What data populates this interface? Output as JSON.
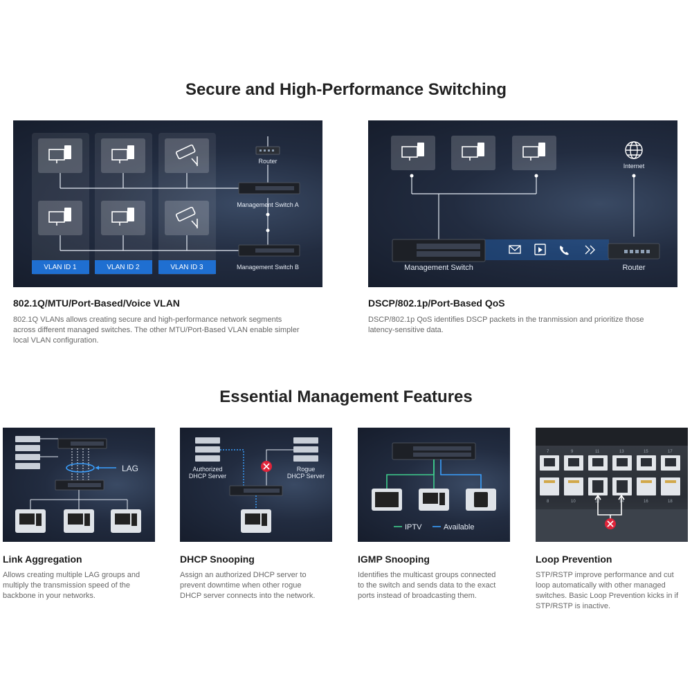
{
  "sections": {
    "switching_title": "Secure and High-Performance Switching",
    "management_title": "Essential Management Features"
  },
  "vlan_panel": {
    "router_label": "Router",
    "switch_a_label": "Management Switch A",
    "switch_b_label": "Management Switch B",
    "vlan_labels": [
      "VLAN ID 1",
      "VLAN ID 2",
      "VLAN ID 3"
    ]
  },
  "qos_panel": {
    "internet_label": "Internet",
    "switch_label": "Management Switch",
    "router_label": "Router"
  },
  "lag_panel": {
    "lag_label": "LAG"
  },
  "dhcp_panel": {
    "authorized_label_1": "Authorized",
    "authorized_label_2": "DHCP Server",
    "rogue_label_1": "Rogue",
    "rogue_label_2": "DHCP Server"
  },
  "igmp_panel": {
    "iptv_label": "IPTV",
    "available_label": "Available"
  },
  "loop_panel": {
    "port_numbers_top": [
      "7",
      "9",
      "11",
      "13",
      "15",
      "17"
    ],
    "port_numbers_bottom": [
      "8",
      "10",
      "12",
      "14",
      "16",
      "18"
    ]
  },
  "features": {
    "vlan": {
      "title": "802.1Q/MTU/Port-Based/Voice VLAN",
      "desc_lines": [
        "802.1Q VLANs allows creating secure and high-performance network segments",
        "across different managed switches. The other MTU/Port-Based VLAN enable simpler",
        "local VLAN configuration."
      ]
    },
    "qos": {
      "title": "DSCP/802.1p/Port-Based QoS",
      "desc_lines": [
        "DSCP/802.1p QoS identifies DSCP packets in the tranmission and prioritize those",
        "latency-sensitive data."
      ]
    },
    "lag": {
      "title": "Link Aggregation",
      "desc_lines": [
        "Allows creating multiple LAG groups and",
        "multiply the transmission speed of the",
        "backbone in your networks."
      ]
    },
    "dhcp": {
      "title": "DHCP Snooping",
      "desc_lines": [
        "Assign an authorized DHCP server to",
        "prevent downtime when other rogue",
        "DHCP server connects into the network."
      ]
    },
    "igmp": {
      "title": "IGMP Snooping",
      "desc_lines": [
        "Identifies the multicast groups connected",
        "to the switch and sends data to the exact",
        "ports instead of broadcasting them."
      ]
    },
    "loop": {
      "title": "Loop Prevention",
      "desc_lines": [
        "STP/RSTP improve performance and cut",
        "loop automatically with other managed",
        "switches. Basic Loop Prevention kicks in if",
        "STP/RSTP is inactive."
      ]
    }
  },
  "colors": {
    "vlan_blue": "#1f6fd1",
    "iptv_green": "#3fcf8e",
    "available_blue": "#3aa0ff",
    "alert_red": "#e0243a"
  }
}
